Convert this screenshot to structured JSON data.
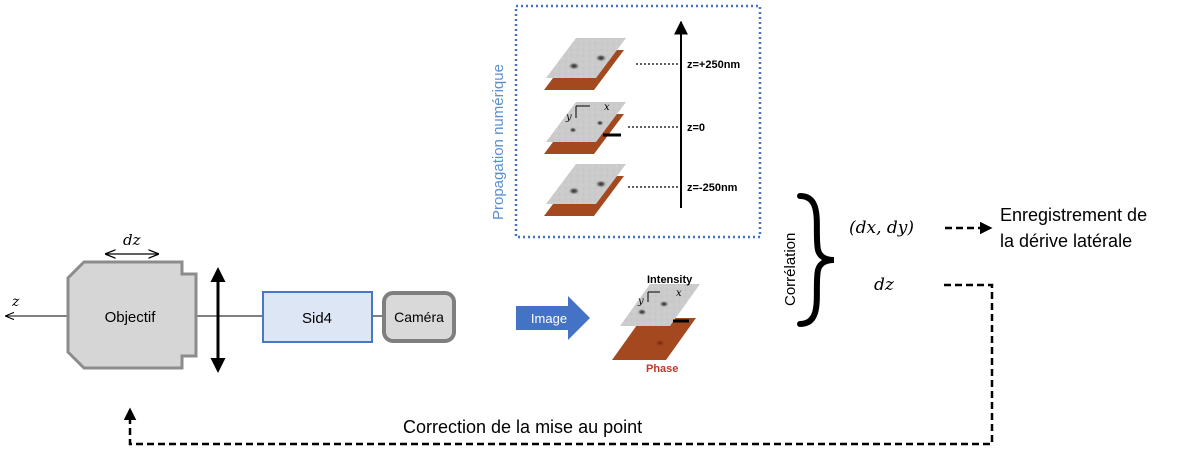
{
  "colors": {
    "objective_fill": "#d6d6d6",
    "objective_stroke": "#8c8c8c",
    "sid4_fill": "#dce6f4",
    "sid4_stroke": "#4a78c0",
    "camera_fill": "#d9d9d9",
    "camera_stroke": "#7f7f7f",
    "accent_blue": "#4472c4",
    "propagation_text": "#5b8fd0",
    "phase_label": "#c0392b",
    "intensity_plane": "#c8c8c8",
    "phase_plane": "#a4481f"
  },
  "labels": {
    "z_axis": "z",
    "dz_top": "dz",
    "objective": "Objectif",
    "sid4": "Sid4",
    "camera": "Caméra",
    "image_arrow": "Image",
    "intensity": "Intensity",
    "phase": "Phase",
    "propagation": "Propagation numérique",
    "z_plus": "z=+250nm",
    "z_zero": "z=0",
    "z_minus": "z=-250nm",
    "axis_x": "x",
    "axis_y": "y",
    "correlation": "Corrélation",
    "dxdy": "(dx, dy)",
    "dz_out": "dz",
    "registration_line1": "Enregistrement de",
    "registration_line2": "la dérive latérale",
    "correction": "Correction de la mise au point"
  }
}
